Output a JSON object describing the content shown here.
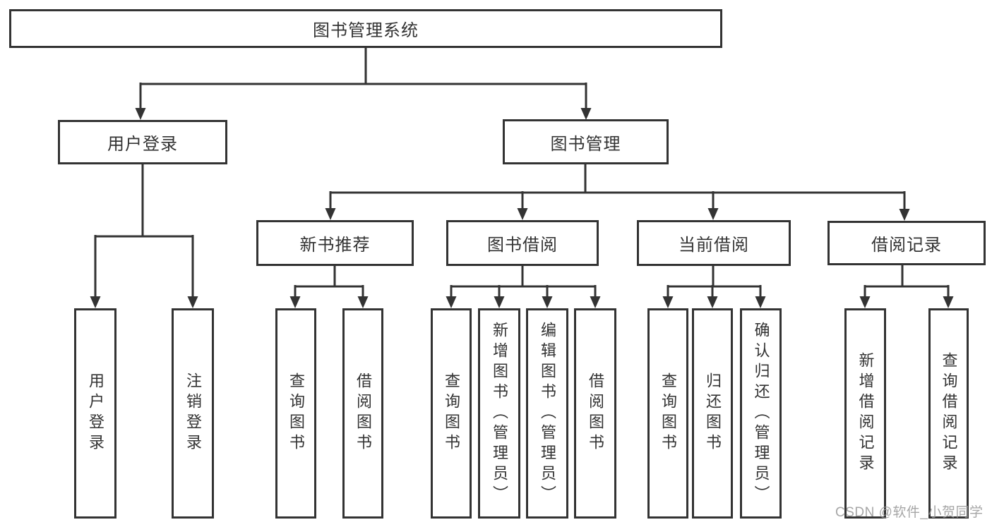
{
  "colors": {
    "line": "#333333",
    "box_border": "#333333",
    "box_fill": "#ffffff",
    "background": "#ffffff",
    "watermark": "#969696"
  },
  "watermark": "CSDN @软件_小贺同学",
  "nodes": {
    "root": "图书管理系统",
    "user_login": "用户登录",
    "book_mgmt": "图书管理",
    "new_book_rec": "新书推荐",
    "book_borrow": "图书借阅",
    "current_borrow": "当前借阅",
    "borrow_records": "借阅记录",
    "leaf_user_login": "用户登录",
    "leaf_logout": "注销登录",
    "leaf_rec_query": "查询图书",
    "leaf_rec_borrow": "借阅图书",
    "leaf_bb_query": "查询图书",
    "leaf_bb_add": "新增图书（管理员）",
    "leaf_bb_edit": "编辑图书（管理员）",
    "leaf_bb_borrow": "借阅图书",
    "leaf_cb_query": "查询图书",
    "leaf_cb_return": "归还图书",
    "leaf_cb_confirm": "确认归还（管理员）",
    "leaf_br_add": "新增借阅记录",
    "leaf_br_query": "查询借阅记录"
  }
}
